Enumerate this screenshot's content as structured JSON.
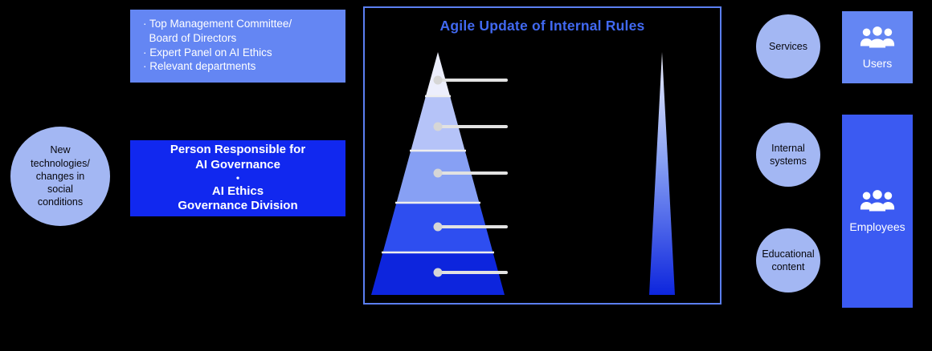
{
  "colors": {
    "background": "#000000",
    "panel_border": "#5b7ff2",
    "title_blue": "#4169f1",
    "light_circle": "#a3b7f3",
    "stakeholders_bg": "#6486f3",
    "governance_bg": "#1128ef",
    "users_bg": "#6486f3",
    "employees_bg": "#3b5af2",
    "leader_line": "#e2e2e2",
    "leader_dot": "#d6d6d6"
  },
  "input_circle": {
    "label": "New\ntechnologies/\nchanges in\nsocial\nconditions"
  },
  "stakeholders_box": {
    "items": [
      "· Top Management Committee/\n  Board of Directors",
      "· Expert Panel on AI Ethics",
      "· Relevant departments"
    ]
  },
  "governance_box": {
    "group1": "Person Responsible for\nAI Governance",
    "separator": "・",
    "group2": "AI Ethics\nGovernance Division"
  },
  "rules_panel": {
    "title": "Agile Update of Internal Rules",
    "pyramid": {
      "layer_colors": [
        "#eceefc",
        "#b5c3f8",
        "#87a0f4",
        "#2e4ef0",
        "#0d25dd"
      ]
    },
    "spike": {
      "top_color": "#eceefc",
      "mid_color": "#87a0f4",
      "bottom_color": "#0d25dd"
    }
  },
  "output_circles": [
    {
      "label": "Services"
    },
    {
      "label": "Internal\nsystems"
    },
    {
      "label": "Educational\ncontent"
    }
  ],
  "audience_users": {
    "label": "Users",
    "icon": "people-group-icon"
  },
  "audience_employees": {
    "label": "Employees",
    "icon": "people-group-icon"
  }
}
